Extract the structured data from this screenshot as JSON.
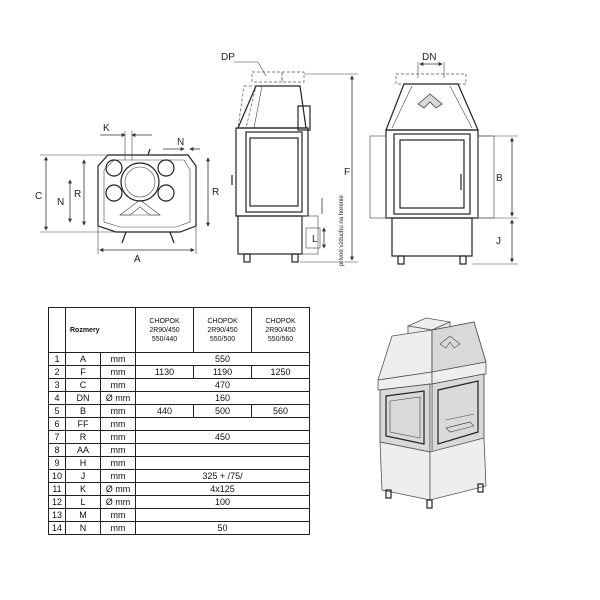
{
  "drawing": {
    "labels": {
      "K": "K",
      "N": "N",
      "C": "C",
      "R": "R",
      "A": "A",
      "DP": "DP",
      "DN": "DN",
      "F": "F",
      "L": "L",
      "B": "B",
      "J": "J"
    },
    "air_supply_text": "prívod vzduchu na horenie"
  },
  "table": {
    "title": "Rozmery",
    "models": [
      [
        "CHOPOK",
        "2R90/450",
        "550/440"
      ],
      [
        "CHOPOK",
        "2R90/450",
        "550/500"
      ],
      [
        "CHOPOK",
        "2R90/450",
        "550/560"
      ]
    ],
    "rows": [
      {
        "n": "1",
        "sym": "A",
        "unit": "mm",
        "merged": "550"
      },
      {
        "n": "2",
        "sym": "F",
        "unit": "mm",
        "values": [
          "1130",
          "1190",
          "1250"
        ]
      },
      {
        "n": "3",
        "sym": "C",
        "unit": "mm",
        "merged": "470"
      },
      {
        "n": "4",
        "sym": "DN",
        "unit": "Ø mm",
        "merged": "160"
      },
      {
        "n": "5",
        "sym": "B",
        "unit": "mm",
        "values": [
          "440",
          "500",
          "560"
        ]
      },
      {
        "n": "6",
        "sym": "FF",
        "unit": "mm",
        "merged": ""
      },
      {
        "n": "7",
        "sym": "R",
        "unit": "mm",
        "merged": "450"
      },
      {
        "n": "8",
        "sym": "AA",
        "unit": "mm",
        "merged": ""
      },
      {
        "n": "9",
        "sym": "H",
        "unit": "mm",
        "merged": ""
      },
      {
        "n": "10",
        "sym": "J",
        "unit": "mm",
        "merged": "325 + /75/"
      },
      {
        "n": "11",
        "sym": "K",
        "unit": "Ø mm",
        "merged": "4x125"
      },
      {
        "n": "12",
        "sym": "L",
        "unit": "Ø mm",
        "merged": "100"
      },
      {
        "n": "13",
        "sym": "M",
        "unit": "mm",
        "merged": ""
      },
      {
        "n": "14",
        "sym": "N",
        "unit": "mm",
        "merged": "50"
      }
    ]
  }
}
